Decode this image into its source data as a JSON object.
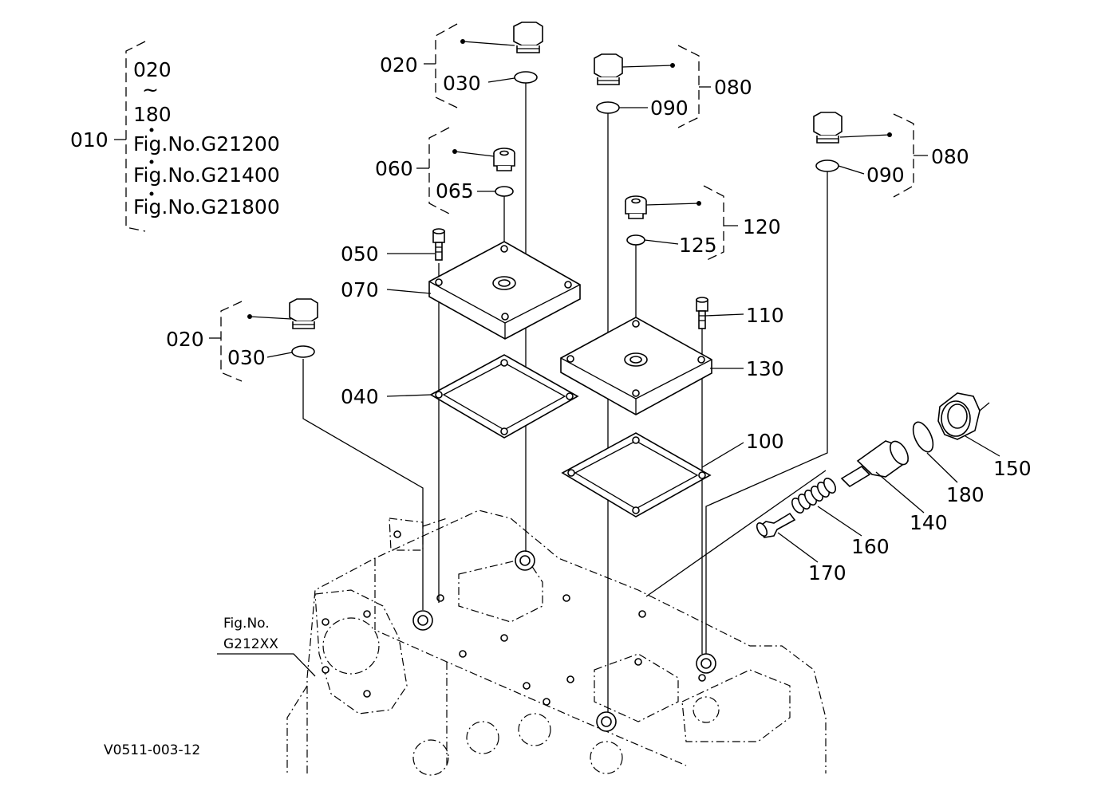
{
  "group": {
    "assy_no": "010",
    "range_from": "020",
    "range_sep": "~",
    "range_to": "180",
    "fig_refs": [
      "Fig.No.G21200",
      "Fig.No.G21400",
      "Fig.No.G21800"
    ]
  },
  "parts": {
    "p020_top": "020",
    "p030_top": "030",
    "p020_left": "020",
    "p030_left": "030",
    "p060": "060",
    "p065": "065",
    "p050": "050",
    "p070": "070",
    "p040": "040",
    "p080_mid": "080",
    "p090_mid": "090",
    "p080_right": "080",
    "p090_right": "090",
    "p120": "120",
    "p125": "125",
    "p110": "110",
    "p130": "130",
    "p100": "100",
    "p150": "150",
    "p180": "180",
    "p140": "140",
    "p160": "160",
    "p170": "170"
  },
  "ref_fig": {
    "line1": "Fig.No.",
    "line2": "G212XX"
  },
  "drawing_id": "V0511-003-12"
}
